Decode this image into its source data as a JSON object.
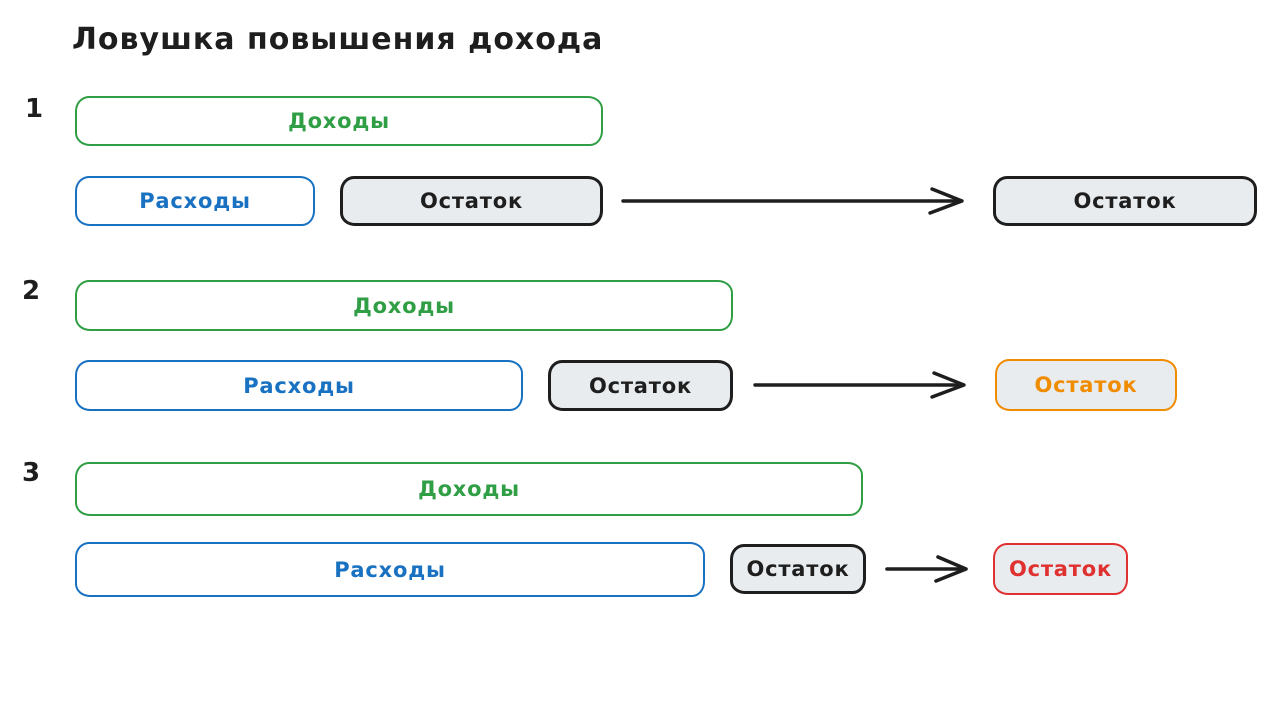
{
  "title": "Ловушка повышения дохода",
  "palette": {
    "black": "#1e1e1e",
    "green": "#2f9e44",
    "blue": "#1971c2",
    "orange": "#f08c00",
    "red": "#e03131",
    "gray_fill": "#e9ecef"
  },
  "rows": [
    {
      "number": "1",
      "income": "Доходы",
      "expenses": "Расходы",
      "remainder": "Остаток",
      "result": "Остаток",
      "result_color": "black"
    },
    {
      "number": "2",
      "income": "Доходы",
      "expenses": "Расходы",
      "remainder": "Остаток",
      "result": "Остаток",
      "result_color": "orange"
    },
    {
      "number": "3",
      "income": "Доходы",
      "expenses": "Расходы",
      "remainder": "Остаток",
      "result": "Остаток",
      "result_color": "red"
    }
  ]
}
